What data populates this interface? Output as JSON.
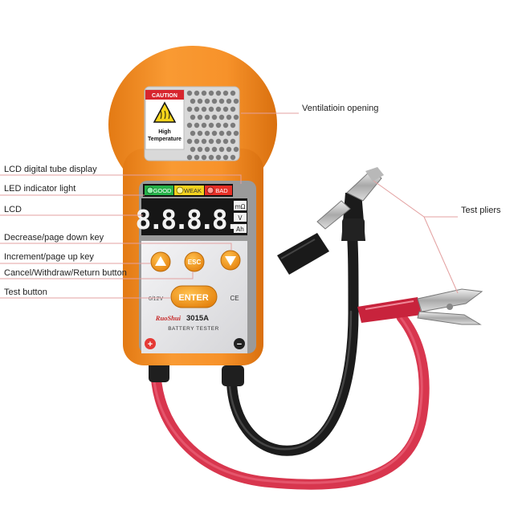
{
  "labels": {
    "ventilation": "Ventilatioin opening",
    "lcd_tube": "LCD digital tube display",
    "led_light": "LED indicator light",
    "lcd": "LCD",
    "decrease": "Decrease/page down key",
    "increment": "Increment/page up key",
    "cancel": "Cancel/Withdraw/Return button",
    "test_button": "Test button",
    "test_pliers": "Test pliers"
  },
  "device": {
    "caution_text": "CAUTION",
    "warning_text_line1": "High",
    "warning_text_line2": "Temperature",
    "led_good": "GOOD",
    "led_weak": "WEAK",
    "led_bad": "BAD",
    "display_digits": "8.8.8.8.",
    "unit_mohm": "mΩ",
    "unit_v": "V",
    "unit_ah": "Ah",
    "esc_label": "ESC",
    "enter_label": "ENTER",
    "voltage_text": "6/12V",
    "ce_mark": "CE",
    "brand": "RuoShui",
    "model": "3015A",
    "product_name": "BATTERY TESTER",
    "plus_symbol": "+",
    "minus_symbol": "−"
  },
  "colors": {
    "body_orange": "#f7922a",
    "panel_grey": "#e6e6e8",
    "screen_black": "#161616",
    "segment_white": "#f2f2f2",
    "led_green": "#27b24a",
    "led_yellow": "#f3d21f",
    "led_red": "#e63027",
    "cable_red": "#d8364e",
    "cable_black": "#1c1c1c",
    "annotation_line": "#e3a0a0"
  }
}
